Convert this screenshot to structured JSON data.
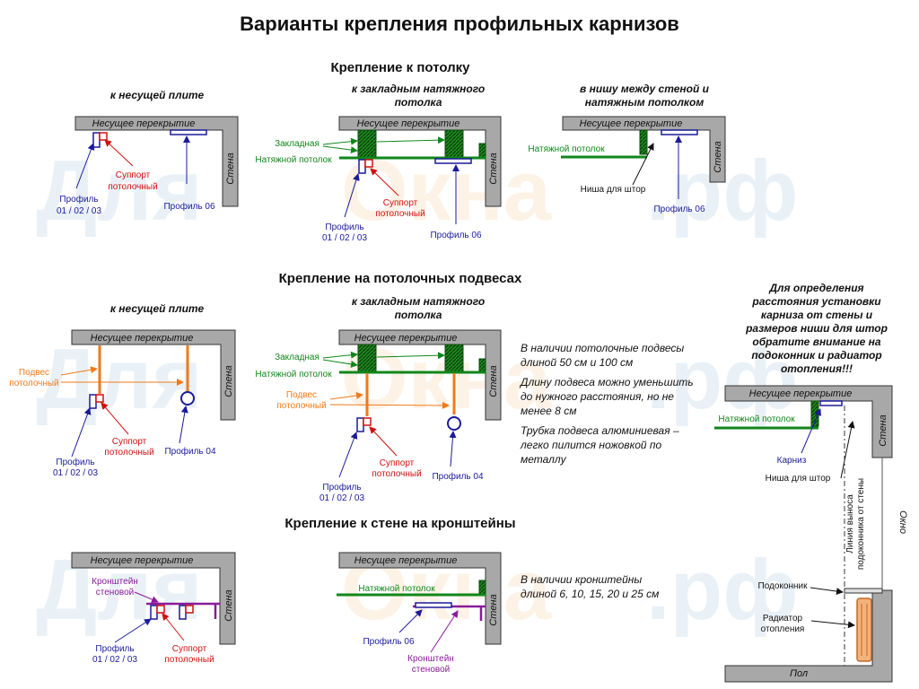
{
  "title": "Варианты крепления профильных карнизов",
  "watermark": {
    "left": "Для",
    "mid": "Окна",
    "right": ".рф"
  },
  "common": {
    "slab": "Несущее перекрытие",
    "wall": "Стена",
    "profile_123": [
      "Профиль",
      "01 / 02 / 03"
    ],
    "support": [
      "Суппорт",
      "потолочный"
    ],
    "profile06": "Профиль 06",
    "profile04": "Профиль 04",
    "embed": "Закладная",
    "stretch": "Натяжной потолок",
    "niche": "Ниша для штор",
    "hanger": [
      "Подвес",
      "потолочный"
    ],
    "bracket": [
      "Кронштейн",
      "стеновой"
    ]
  },
  "sections": {
    "ceiling": {
      "title": "Крепление к потолку",
      "sub1": "к несущей плите",
      "sub2": [
        "к закладным натяжного",
        "потолка"
      ],
      "sub3": [
        "в нишу между стеной и",
        "натяжным потолком"
      ]
    },
    "hangers": {
      "title": "Крепление на потолочных подвесах",
      "sub1": "к несущей плите",
      "sub2": [
        "к закладным натяжного",
        "потолка"
      ],
      "notes": [
        [
          "В наличии потолочные подвесы",
          "длиной 50 см и 100 см"
        ],
        [
          "Длину подвеса можно уменьшить",
          "до нужного расстояния, но не",
          "менее 8 см"
        ],
        [
          "Трубка подвеса алюминиевая –",
          "легко пилится ножовкой по",
          "металлу"
        ]
      ]
    },
    "wall": {
      "title": "Крепление к стене на кронштейны",
      "notes": [
        [
          "В наличии кронштейны",
          "длиной 6, 10, 15, 20 и 25 см"
        ]
      ]
    }
  },
  "side": {
    "heading": [
      "Для определения",
      "расстояния установки",
      "карниза от стены и",
      "размеров ниши для штор",
      "обратите внимание на",
      "подоконник и радиатор",
      "отопления!!!"
    ],
    "cornice": "Карниз",
    "sill_line": [
      "Линия выноса",
      "подоконника от стены"
    ],
    "window": "Окно",
    "sill": "Подоконник",
    "radiator": [
      "Радиатор",
      "отопления"
    ],
    "floor": "Пол"
  },
  "colors": {
    "blue": "#1a1a9a",
    "red": "#d01010",
    "green": "#10861a",
    "orange": "#ef7a1a",
    "purple": "#8a1a9a",
    "slab_gray": "#a8a8a8"
  }
}
